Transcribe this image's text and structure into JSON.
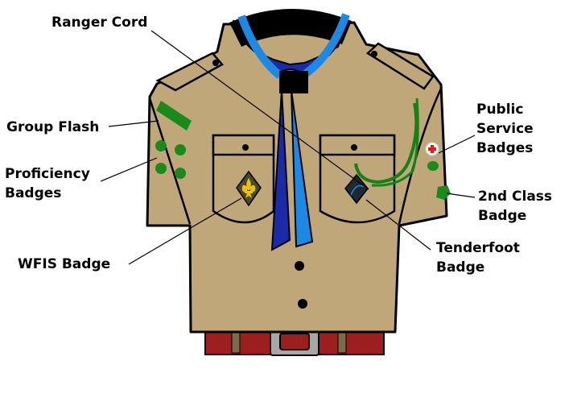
{
  "labels": {
    "ranger_cord": "Ranger Cord",
    "group_flash": "Group Flash",
    "proficiency_badges": [
      "Proficiency",
      "Badges"
    ],
    "wfis_badge": "WFIS Badge",
    "public_service_badges": [
      "Public",
      "Service",
      "Badges"
    ],
    "second_class_badge": [
      "2nd Class",
      "Badge"
    ],
    "tenderfoot_badge": [
      "Tenderfoot",
      "Badge"
    ]
  },
  "colors": {
    "shirt": "#bfa77a",
    "outline": "#000000",
    "scarf": "#1b2aa6",
    "scarf_light": "#1e88e5",
    "badge_green": "#1a8a1a",
    "cord_green": "#148214",
    "belt": "#9c1e1e",
    "buckle": "#9a9a9a",
    "badge_yellow": "#f2c200",
    "red_cross": "#e31b1b"
  },
  "icons": {
    "wfis": "fleur-de-lis-icon",
    "public_service": "red-cross-icon"
  }
}
